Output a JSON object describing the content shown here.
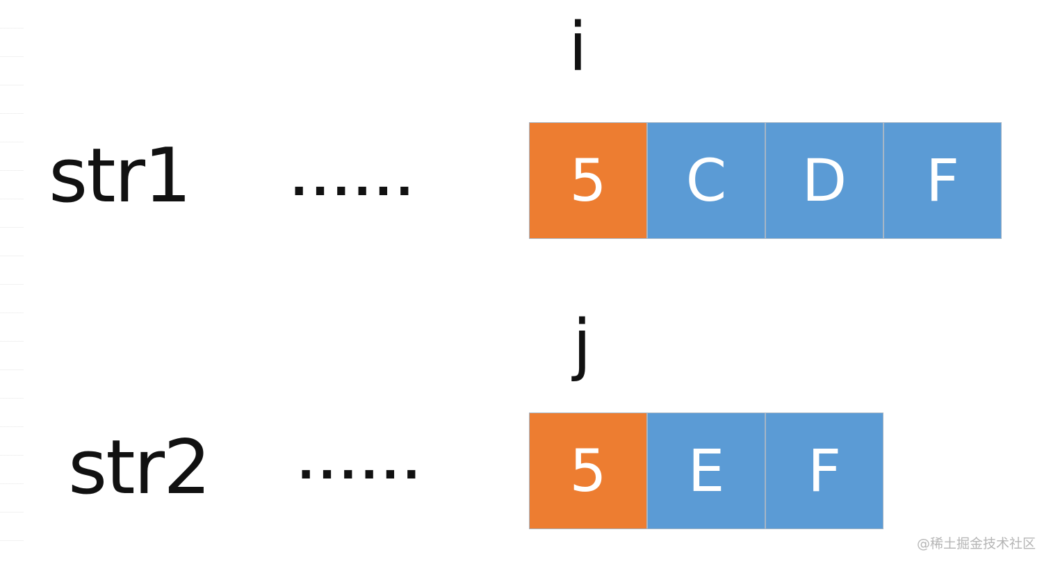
{
  "diagram": {
    "rows": [
      {
        "label": "str1",
        "dots": "......",
        "pointer": "i",
        "cells": [
          {
            "char": "5",
            "color": "#ed7d31"
          },
          {
            "char": "C",
            "color": "#5b9bd5"
          },
          {
            "char": "D",
            "color": "#5b9bd5"
          },
          {
            "char": "F",
            "color": "#5b9bd5"
          }
        ]
      },
      {
        "label": "str2",
        "dots": "......",
        "pointer": "j",
        "cells": [
          {
            "char": "5",
            "color": "#ed7d31"
          },
          {
            "char": "E",
            "color": "#5b9bd5"
          },
          {
            "char": "F",
            "color": "#5b9bd5"
          }
        ]
      }
    ]
  },
  "watermark": "@稀土掘金技术社区"
}
